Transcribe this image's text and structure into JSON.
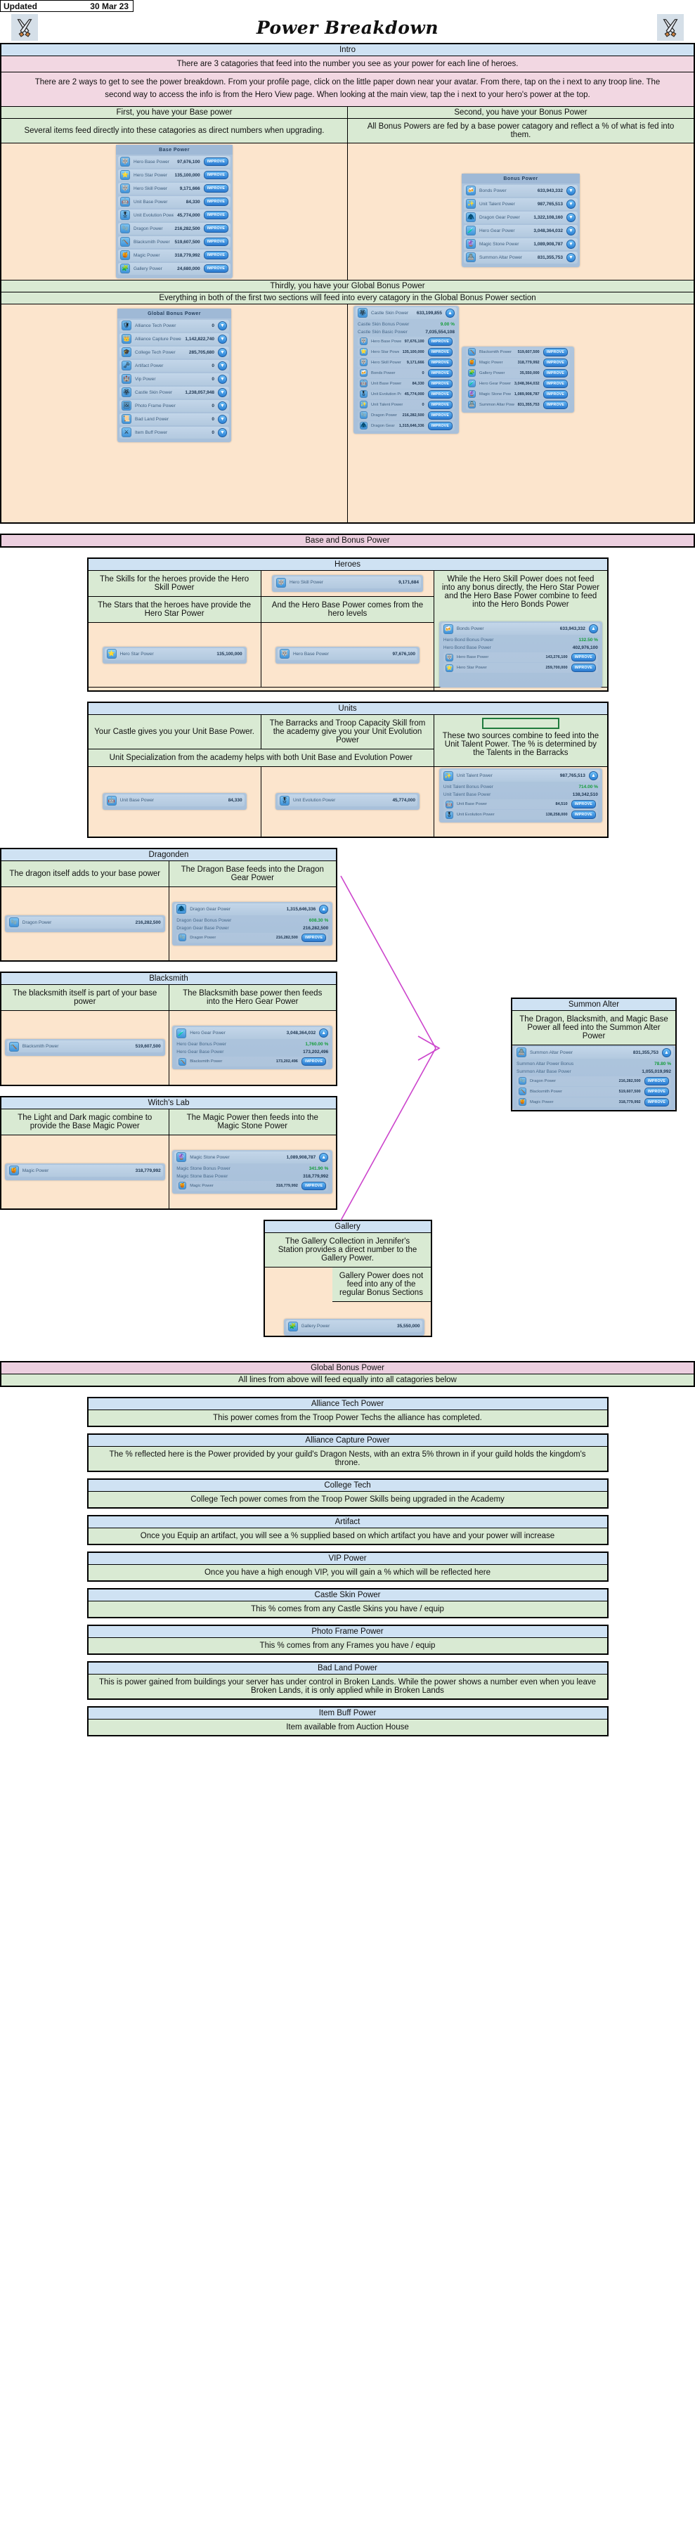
{
  "header": {
    "updated_label": "Updated",
    "updated_value": "30 Mar 23",
    "title": "Power Breakdown",
    "icon_left": "crossed-swords-icon",
    "icon_right": "crossed-swords-icon"
  },
  "intro": {
    "title": "Intro",
    "line1": "There are 3 catagories that feed into the number you see as your power for each line of heroes.",
    "line2": "There are 2 ways to get to see the power breakdown. From your profile page, click on the little paper down near your avatar. From there, tap on the i next to any troop line. The second way to access the info is from the Hero View page. When looking at the main view, tap the i next to your hero's power at the top.",
    "col_left_head": "First, you have your Base power",
    "col_right_head": "Second, you have your Bonus Power",
    "col_left_text": "Several items feed directly into these catagories as direct numbers when upgrading.",
    "col_right_text": "All Bonus Powers are fed by a base power catagory and reflect a % of what is fed into them.",
    "third_head": "Thirdly, you have your Global Bonus Power",
    "third_text": "Everything in both of the first two sections will feed into every catagory in the Global Bonus Power section"
  },
  "base_power_panel": {
    "title": "Base Power",
    "button_label": "IMPROVE",
    "rows": [
      {
        "icon": "hero-icon",
        "name": "Hero Base Power",
        "value": "97,676,100"
      },
      {
        "icon": "star-icon",
        "name": "Hero Star Power",
        "value": "135,100,000"
      },
      {
        "icon": "hero-skill-icon",
        "name": "Hero Skill Power",
        "value": "9,171,666"
      },
      {
        "icon": "unit-icon",
        "name": "Unit Base Power",
        "value": "84,330"
      },
      {
        "icon": "unit-evolution-icon",
        "name": "Unit Evolution Power",
        "value": "45,774,000"
      },
      {
        "icon": "dragon-icon",
        "name": "Dragon Power",
        "value": "216,282,500"
      },
      {
        "icon": "blacksmith-icon",
        "name": "Blacksmith Power",
        "value": "519,607,500"
      },
      {
        "icon": "magic-icon",
        "name": "Magic Power",
        "value": "318,779,992"
      },
      {
        "icon": "gallery-icon",
        "name": "Gallery Power",
        "value": "24,680,000"
      }
    ]
  },
  "bonus_power_panel": {
    "title": "Bonus Power",
    "rows": [
      {
        "icon": "bonds-icon",
        "name": "Bonds Power",
        "value": "633,943,332"
      },
      {
        "icon": "talent-icon",
        "name": "Unit Talent Power",
        "value": "987,765,513"
      },
      {
        "icon": "dragon-gear-icon",
        "name": "Dragon Gear Power",
        "value": "1,322,108,160"
      },
      {
        "icon": "hero-gear-icon",
        "name": "Hero Gear Power",
        "value": "3,048,364,032"
      },
      {
        "icon": "magic-stone-icon",
        "name": "Magic Stone Power",
        "value": "1,089,908,787"
      },
      {
        "icon": "summon-icon",
        "name": "Summon Altar Power",
        "value": "831,355,753"
      }
    ]
  },
  "global_bonus_panel": {
    "title": "Global  Bonus Power",
    "rows": [
      {
        "icon": "alliance-tech-icon",
        "name": "Alliance Tech Power",
        "value": "0"
      },
      {
        "icon": "alliance-capture-icon",
        "name": "Alliance Capture Power",
        "value": "1,142,822,740"
      },
      {
        "icon": "college-tech-icon",
        "name": "College Tech Power",
        "value": "285,705,680"
      },
      {
        "icon": "artifact-icon",
        "name": "Artifact Power",
        "value": "0"
      },
      {
        "icon": "vip-icon",
        "name": "Vip Power",
        "value": "0"
      },
      {
        "icon": "castle-skin-icon",
        "name": "Castle Skin Power",
        "value": "1,238,057,948"
      },
      {
        "icon": "photo-frame-icon",
        "name": "Photo Frame Power",
        "value": "0"
      },
      {
        "icon": "bad-land-icon",
        "name": "Bad Land Power",
        "value": "0"
      },
      {
        "icon": "item-buff-icon",
        "name": "Item Buff Power",
        "value": "0"
      }
    ]
  },
  "castle_skin_expanded": {
    "header": {
      "icon": "castle-skin-icon",
      "name": "Castle Skin Power",
      "value": "633,199,855"
    },
    "bonus_label": "Castle Skin Bonus Power",
    "bonus_value": "9.00 %",
    "base_label": "Castle Skin Basic Power",
    "base_value": "7,035,554,108",
    "button_label": "IMPROVE",
    "rows_left": [
      {
        "icon": "hero-icon",
        "name": "Hero Base Power",
        "value": "97,676,100"
      },
      {
        "icon": "star-icon",
        "name": "Hero Star Power",
        "value": "135,100,000"
      },
      {
        "icon": "hero-skill-icon",
        "name": "Hero Skill Power",
        "value": "9,171,666"
      },
      {
        "icon": "bonds-icon",
        "name": "Bonds Power",
        "value": "0"
      },
      {
        "icon": "unit-icon",
        "name": "Unit Base Power",
        "value": "84,330"
      },
      {
        "icon": "unit-evolution-icon",
        "name": "Unit Evolution Power",
        "value": "45,774,000"
      },
      {
        "icon": "talent-icon",
        "name": "Unit Talent Power",
        "value": "0"
      },
      {
        "icon": "dragon-icon",
        "name": "Dragon Power",
        "value": "216,282,500"
      },
      {
        "icon": "dragon-gear-icon",
        "name": "Dragon Gear Power",
        "value": "1,315,646,336"
      }
    ],
    "rows_right": [
      {
        "icon": "blacksmith-icon",
        "name": "Blacksmith Power",
        "value": "519,607,500"
      },
      {
        "icon": "magic-icon",
        "name": "Magic Power",
        "value": "318,779,992"
      },
      {
        "icon": "gallery-icon",
        "name": "Gallery Power",
        "value": "35,550,000"
      },
      {
        "icon": "hero-gear-icon",
        "name": "Hero Gear Power",
        "value": "3,048,364,032"
      },
      {
        "icon": "magic-stone-icon",
        "name": "Magic Stone Power",
        "value": "1,089,908,787"
      },
      {
        "icon": "summon-icon",
        "name": "Summon Altar Power",
        "value": "831,355,753"
      }
    ]
  },
  "section2": {
    "banner": "Base and Bonus Power",
    "heroes": {
      "title": "Heroes",
      "t1": "The Skills for the heroes provide the Hero Skill Power",
      "t2": "The Stars that the heroes have provide the Hero Star Power",
      "t3": "And the Hero Base Power comes from the hero levels",
      "t4": "While the Hero Skill Power does not feed into any bonus directly, the Hero Star Power and the Hero Base Power combine to feed into the Hero Bonds Power",
      "skill_row": {
        "icon": "hero-skill-icon",
        "name": "Hero Skill Power",
        "value": "9,171,684"
      },
      "star_row": {
        "icon": "star-icon",
        "name": "Hero Star Power",
        "value": "135,100,000"
      },
      "base_row": {
        "icon": "hero-icon",
        "name": "Hero Base Power",
        "value": "97,676,100"
      },
      "bonds": {
        "header": {
          "icon": "bonds-icon",
          "name": "Bonds Power",
          "value": "633,943,332"
        },
        "bonus_label": "Hero Bond Bonus Power",
        "bonus_value": "132.50 %",
        "base_label": "Hero Bond Base Power",
        "base_value": "402,976,100",
        "button_label": "IMPROVE",
        "rows": [
          {
            "icon": "hero-icon",
            "name": "Hero Base Power",
            "value": "143,276,100"
          },
          {
            "icon": "star-icon",
            "name": "Hero Star Power",
            "value": "259,700,000"
          }
        ]
      }
    },
    "units": {
      "title": "Units",
      "t1": "Your Castle gives you your Unit Base Power.",
      "t2": "The Barracks and Troop Capacity Skill from the academy give you your Unit Evolution Power",
      "t3": "Unit Specialization from the academy helps with both Unit Base and Evolution Power",
      "t4": "These two sources combine to feed into the Unit Talent Power. The % is determined by the Talents in the Barracks",
      "base_row": {
        "icon": "unit-icon",
        "name": "Unit Base Power",
        "value": "84,330"
      },
      "evo_row": {
        "icon": "unit-evolution-icon",
        "name": "Unit Evolution Power",
        "value": "45,774,000"
      },
      "talent": {
        "header": {
          "icon": "talent-icon",
          "name": "Unit Talent Power",
          "value": "987,765,513"
        },
        "bonus_label": "Unit Talent Bonus Power",
        "bonus_value": "714.00 %",
        "base_label": "Unit Talent Base Power",
        "base_value": "138,342,510",
        "button_label": "IMPROVE",
        "rows": [
          {
            "icon": "unit-icon",
            "name": "Unit Base Power",
            "value": "84,510"
          },
          {
            "icon": "unit-evolution-icon",
            "name": "Unit Evolution Power",
            "value": "138,258,000"
          }
        ]
      }
    }
  },
  "section3": {
    "dragonden": {
      "title": "Dragonden",
      "t1": "The dragon itself adds to your base power",
      "t2": "The Dragon Base feeds into the Dragon Gear Power",
      "base_row": {
        "icon": "dragon-icon",
        "name": "Dragon Power",
        "value": "216,282,500"
      },
      "gear": {
        "header": {
          "icon": "dragon-gear-icon",
          "name": "Dragon Gear Power",
          "value": "1,315,646,336"
        },
        "bonus_label": "Dragon Gear Bonus Power",
        "bonus_value": "608.30 %",
        "base_label": "Dragon Gear Base Power",
        "base_value": "216,282,500",
        "button_label": "IMPROVE",
        "rows": [
          {
            "icon": "dragon-icon",
            "name": "Dragon Power",
            "value": "216,282,500"
          }
        ]
      }
    },
    "blacksmith": {
      "title": "Blacksmith",
      "t1": "The blacksmith itself is part of your base power",
      "t2": "The Blacksmith base power then feeds into the Hero Gear Power",
      "base_row": {
        "icon": "blacksmith-icon",
        "name": "Blacksmith Power",
        "value": "519,607,500"
      },
      "gear": {
        "header": {
          "icon": "hero-gear-icon",
          "name": "Hero Gear Power",
          "value": "3,048,364,032"
        },
        "bonus_label": "Hero Gear Bonus Power",
        "bonus_value": "1,760.00 %",
        "base_label": "Hero Gear Base Power",
        "base_value": "173,202,496",
        "button_label": "IMPROVE",
        "rows": [
          {
            "icon": "blacksmith-icon",
            "name": "Blacksmith Power",
            "value": "173,202,496"
          }
        ]
      }
    },
    "witchs_lab": {
      "title": "Witch's Lab",
      "t1": "The Light and Dark magic combine to provide the Base Magic Power",
      "t2": "The Magic Power then feeds into the Magic Stone Power",
      "base_row": {
        "icon": "magic-icon",
        "name": "Magic Power",
        "value": "318,779,992"
      },
      "stone": {
        "header": {
          "icon": "magic-stone-icon",
          "name": "Magic Stone Power",
          "value": "1,089,908,787"
        },
        "bonus_label": "Magic Stone Bonus Power",
        "bonus_value": "341.90 %",
        "base_label": "Magic Stone Base Power",
        "base_value": "318,779,992",
        "button_label": "IMPROVE",
        "rows": [
          {
            "icon": "magic-icon",
            "name": "Magic Power",
            "value": "318,779,992"
          }
        ]
      }
    },
    "summon_alter": {
      "title": "Summon Alter",
      "text": "The Dragon, Blacksmith, and Magic Base Power all feed into the Summon Alter Power",
      "header": {
        "icon": "summon-icon",
        "name": "Summon Altar Power",
        "value": "831,355,753"
      },
      "bonus_label": "Summon Altar Power Bonus",
      "bonus_value": "78.80 %",
      "base_label": "Summon Altar Base Power",
      "base_value": "1,055,019,992",
      "button_label": "IMPROVE",
      "rows": [
        {
          "icon": "dragon-icon",
          "name": "Dragon Power",
          "value": "216,282,500"
        },
        {
          "icon": "blacksmith-icon",
          "name": "Blacksmith Power",
          "value": "519,607,500"
        },
        {
          "icon": "magic-icon",
          "name": "Magic Power",
          "value": "318,779,992"
        }
      ]
    },
    "gallery": {
      "title": "Gallery",
      "t1": "The Gallery Collection in Jennifer's Station provides a direct number to the Gallery Power.",
      "t2": "Gallery Power does not feed into any of the regular Bonus Sections",
      "row": {
        "icon": "gallery-icon",
        "name": "Gallery Power",
        "value": "35,550,000"
      }
    }
  },
  "section4": {
    "banner": "Global Bonus Power",
    "subbanner": "All lines from above will feed equally into all catagories below",
    "items": [
      {
        "title": "Alliance Tech Power",
        "text": "This power comes from the Troop Power Techs the alliance has completed."
      },
      {
        "title": "Alliance Capture Power",
        "text": "The % reflected here is the Power provided by your guild's Dragon Nests, with an extra 5% thrown in if your guild holds the kingdom's throne."
      },
      {
        "title": "College Tech",
        "text": "College Tech power comes from the Troop Power Skills being upgraded in the Academy"
      },
      {
        "title": "Artifact",
        "text": "Once you Equip an artifact, you will see a % supplied based on which artifact you have and your power will increase"
      },
      {
        "title": "VIP Power",
        "text": "Once you have a high enough VIP, you will gain a % which will be reflected here"
      },
      {
        "title": "Castle Skin Power",
        "text": "This % comes from any Castle Skins you have / equip"
      },
      {
        "title": "Photo Frame Power",
        "text": "This % comes from any Frames you have / equip"
      },
      {
        "title": "Bad Land Power",
        "text": "This is power gained from buildings your server has under control in Broken Lands. While the power shows a number even when you leave Broken Lands, it is only applied while in Broken Lands"
      },
      {
        "title": "Item Buff Power",
        "text": "Item available from Auction House"
      }
    ]
  }
}
